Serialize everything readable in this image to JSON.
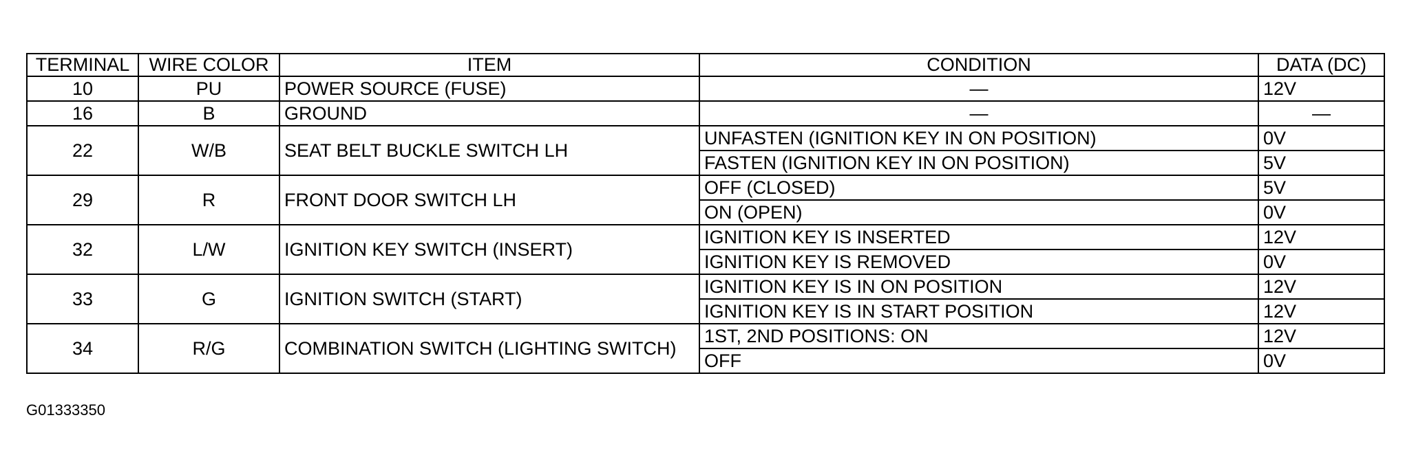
{
  "headers": {
    "terminal": "TERMINAL",
    "wire_color": "WIRE COLOR",
    "item": "ITEM",
    "condition": "CONDITION",
    "data": "DATA (DC)"
  },
  "rows": [
    {
      "terminal": "10",
      "wire_color": "PU",
      "item": "POWER SOURCE (FUSE)",
      "conditions": [
        {
          "condition": "—",
          "data": "12V"
        }
      ]
    },
    {
      "terminal": "16",
      "wire_color": "B",
      "item": "GROUND",
      "conditions": [
        {
          "condition": "—",
          "data": "—"
        }
      ]
    },
    {
      "terminal": "22",
      "wire_color": "W/B",
      "item": "SEAT BELT BUCKLE SWITCH LH",
      "conditions": [
        {
          "condition": "UNFASTEN (IGNITION KEY IN ON POSITION)",
          "data": "0V"
        },
        {
          "condition": "FASTEN (IGNITION KEY IN ON POSITION)",
          "data": "5V"
        }
      ]
    },
    {
      "terminal": "29",
      "wire_color": "R",
      "item": "FRONT DOOR SWITCH LH",
      "conditions": [
        {
          "condition": "OFF (CLOSED)",
          "data": "5V"
        },
        {
          "condition": "ON (OPEN)",
          "data": "0V"
        }
      ]
    },
    {
      "terminal": "32",
      "wire_color": "L/W",
      "item": "IGNITION KEY SWITCH (INSERT)",
      "conditions": [
        {
          "condition": "IGNITION KEY IS INSERTED",
          "data": "12V"
        },
        {
          "condition": "IGNITION KEY IS REMOVED",
          "data": "0V"
        }
      ]
    },
    {
      "terminal": "33",
      "wire_color": "G",
      "item": "IGNITION SWITCH (START)",
      "conditions": [
        {
          "condition": "IGNITION KEY IS IN ON POSITION",
          "data": "12V"
        },
        {
          "condition": "IGNITION KEY IS IN START POSITION",
          "data": "12V"
        }
      ]
    },
    {
      "terminal": "34",
      "wire_color": "R/G",
      "item": "COMBINATION SWITCH (LIGHTING SWITCH)",
      "conditions": [
        {
          "condition": "1ST, 2ND POSITIONS: ON",
          "data": "12V"
        },
        {
          "condition": "OFF",
          "data": "0V"
        }
      ]
    }
  ],
  "figure_code": "G01333350"
}
